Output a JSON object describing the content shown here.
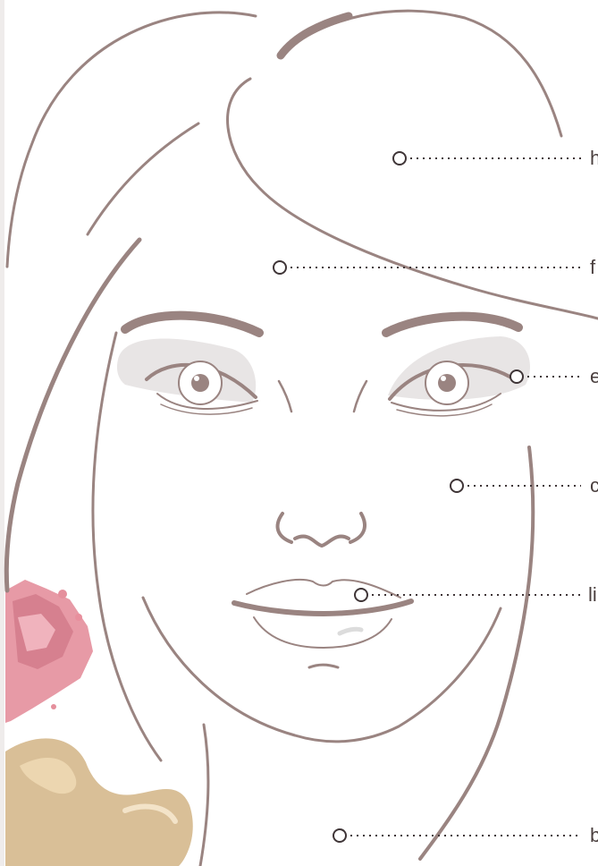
{
  "colors": {
    "line": "#9a8481",
    "shadow": "#e8e5e5",
    "dots": "#3f3537",
    "blush": "#e79aa6",
    "foundation": "#d9bf97"
  },
  "callouts": [
    {
      "id": "hair",
      "label": "h"
    },
    {
      "id": "forehead",
      "label": "f"
    },
    {
      "id": "eyes",
      "label": "e"
    },
    {
      "id": "cheeks",
      "label": "c"
    },
    {
      "id": "lips",
      "label": "li"
    },
    {
      "id": "body",
      "label": "b"
    }
  ],
  "images": {
    "blush": "pink-pressed-powder-blush",
    "foundation": "liquid-foundation-swatch"
  }
}
